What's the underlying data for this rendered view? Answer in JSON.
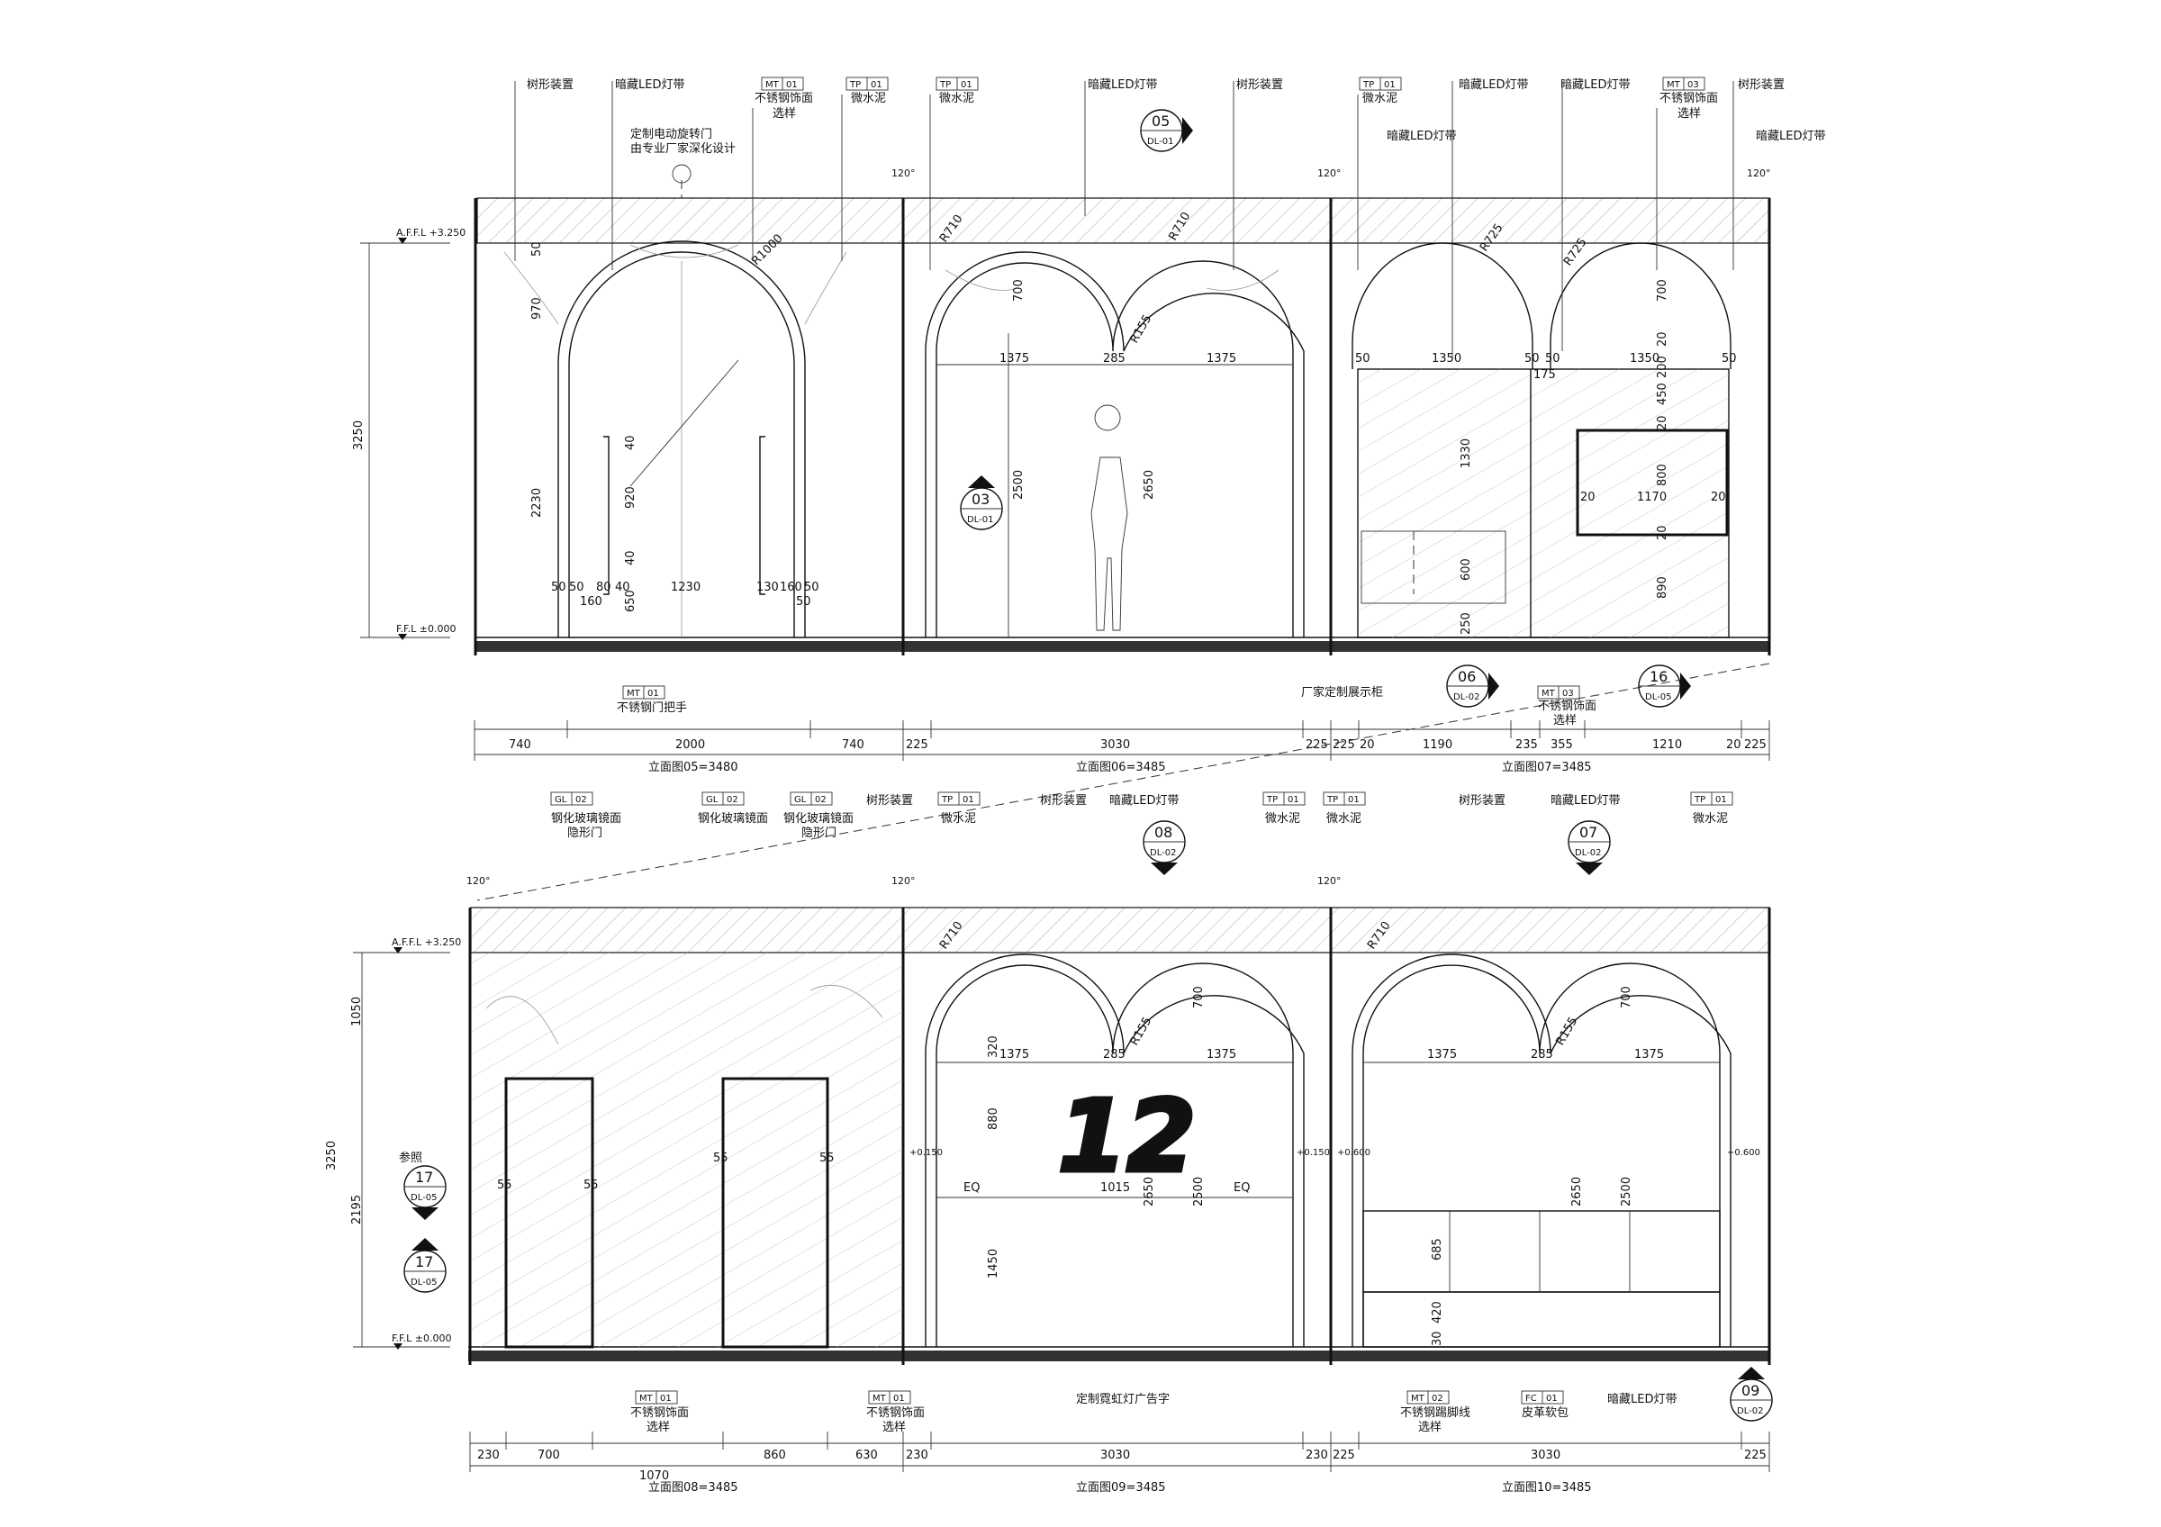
{
  "labels": {
    "tree": "树形装置",
    "led": "暗藏LED灯带",
    "mt_ss": "不锈钢饰面",
    "select": "选样",
    "micro": "微水泥",
    "rot_door_1": "定制电动旋转门",
    "rot_door_2": "由专业厂家深化设计",
    "handle": "不锈钢门把手",
    "display": "厂家定制展示柜",
    "glass_mirror": "钢化玻璃镜面",
    "hidden_door": "隐形门",
    "neon": "定制霓虹灯广告字",
    "ss_skirting": "不锈钢踢脚线",
    "leather": "皮革软包",
    "ref": "参照"
  },
  "tags": {
    "mt01": [
      "MT",
      "01"
    ],
    "mt02": [
      "MT",
      "02"
    ],
    "mt03": [
      "MT",
      "03"
    ],
    "tp01": [
      "TP",
      "01"
    ],
    "gl02": [
      "GL",
      "02"
    ],
    "fc01": [
      "FC",
      "01"
    ]
  },
  "levels": {
    "top": "A.F.F.L +3.250",
    "floor": "F.F.L  ±0.000"
  },
  "angle": "120°",
  "refs": [
    {
      "num": "05",
      "sheet": "DL-01"
    },
    {
      "num": "03",
      "sheet": "DL-01"
    },
    {
      "num": "06",
      "sheet": "DL-02"
    },
    {
      "num": "16",
      "sheet": "DL-05"
    },
    {
      "num": "08",
      "sheet": "DL-02"
    },
    {
      "num": "07",
      "sheet": "DL-02"
    },
    {
      "num": "17",
      "sheet": "DL-05"
    },
    {
      "num": "09",
      "sheet": "DL-02"
    }
  ],
  "titles": {
    "e05": "立面图05=3480",
    "e06": "立面图06=3485",
    "e07": "立面图07=3485",
    "e08": "立面图08=3485",
    "e09": "立面图09=3485",
    "e10": "立面图10=3485"
  },
  "dims_top": {
    "row": [
      "740",
      "2000",
      "740",
      "225",
      "3030",
      "225",
      "225",
      "20",
      "1190",
      "235",
      "355",
      "1210",
      "20",
      "225"
    ],
    "v_total": "3250",
    "v1": "970",
    "v2": "2230",
    "v3": "50",
    "door": [
      "50",
      "50",
      "80",
      "40",
      "1230",
      "130",
      "160",
      "50"
    ],
    "door_b": [
      "160",
      "650",
      "50"
    ],
    "handle": [
      "40",
      "920",
      "40"
    ],
    "r1000": "R1000",
    "r710": "R710",
    "r155": "R155",
    "r725": "R725",
    "arch": [
      "1375",
      "285",
      "1375"
    ],
    "h700": "700",
    "h2500": "2500",
    "h2650": "2650",
    "e07a": [
      "50",
      "1350",
      "50",
      "50",
      "1350",
      "50"
    ],
    "e07b": [
      "175",
      "1330",
      "600",
      "250"
    ],
    "e07c": [
      "20",
      "450",
      "800",
      "20",
      "890",
      "200",
      "20"
    ],
    "tv": [
      "20",
      "1170",
      "20"
    ]
  },
  "dims_bottom": {
    "row": [
      "230",
      "700",
      "1070",
      "860",
      "630",
      "230",
      "3030",
      "230",
      "225",
      "3030",
      "225"
    ],
    "v_total": "3250",
    "v1": "1050",
    "v2": "2195",
    "ds": [
      "55",
      "55",
      "55",
      "55"
    ],
    "arch": [
      "1375",
      "285",
      "1375"
    ],
    "h320": "320",
    "h880": "880",
    "h1450": "1450",
    "h2650": "2650",
    "h2500": "2500",
    "eq": "EQ",
    "w1015": "1015",
    "e10": [
      "685",
      "420",
      "30"
    ],
    "lv1": "+0.150",
    "lv2": "+0.600",
    "neon": "12"
  }
}
